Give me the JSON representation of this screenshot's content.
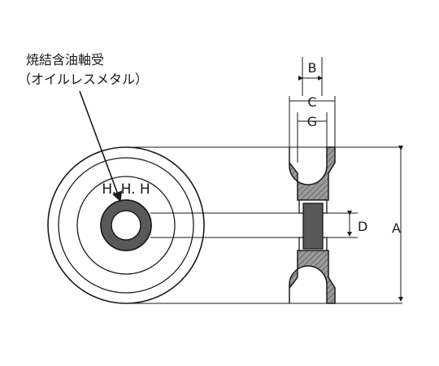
{
  "callout": {
    "line1": "焼結含油軸受",
    "line2": "（オイルレスメタル）"
  },
  "wheel_mark": "H. H. H",
  "dimensions": {
    "A": "A",
    "B": "B",
    "C": "C",
    "G": "G",
    "D": "D"
  },
  "colors": {
    "line": "#1a1a1a",
    "hatch": "#8c8c8c",
    "bearing": "#595959"
  }
}
